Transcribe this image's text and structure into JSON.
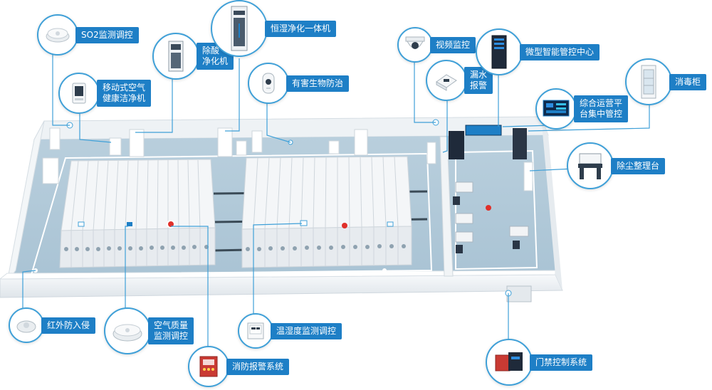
{
  "labels": {
    "so2": "SO2监测调控",
    "mobile_air": "移动式空气\n健康洁净机",
    "acid": "除酸\n净化机",
    "constant": "恒湿净化一体机",
    "bio": "有害生物防治",
    "video": "视频监控",
    "leak": "漏水\n报警",
    "micro": "微型智能管控中心",
    "ops": "综合运营平\n台集中管控",
    "disinfect": "消毒柜",
    "dust": "除尘整理台",
    "infrared": "红外防入侵",
    "air_quality": "空气质量\n监测调控",
    "fire": "消防报警系统",
    "temp_hum": "温湿度监测调控",
    "access": "门禁控制系统"
  },
  "colors": {
    "accent": "#1e7fc6",
    "line": "#3fa0d8",
    "floor": "#bccfdc",
    "wall": "#f4f6f8",
    "cabinet": "#eef1f4",
    "alarm": "#e0302a"
  },
  "icons": {
    "so2": "round-sensor-icon",
    "mobile_air": "air-purifier-icon",
    "acid": "acid-purifier-cabinet-icon",
    "constant": "humidity-cabinet-icon",
    "bio": "pest-control-device-icon",
    "video": "dome-camera-icon",
    "leak": "leak-sensor-icon",
    "micro": "server-rack-icon",
    "ops": "monitor-dashboard-icon",
    "disinfect": "disinfection-cabinet-icon",
    "dust": "dust-table-icon",
    "infrared": "infrared-sensor-icon",
    "air_quality": "smoke-detector-icon",
    "fire": "fire-alarm-panel-icon",
    "temp_hum": "thermo-hygrometer-icon",
    "access": "access-controller-icon"
  }
}
